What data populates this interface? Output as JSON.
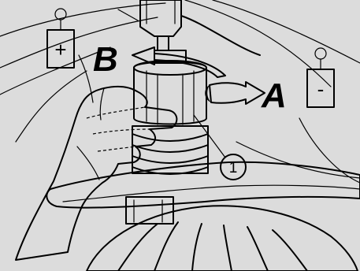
{
  "labels": {
    "plus_sign": "+",
    "minus_sign": "-",
    "direction_b": "B",
    "direction_a": "A",
    "callout_number": "1"
  },
  "colors": {
    "background": "#dcdcdc",
    "line": "#000000",
    "panel": "#ffffff"
  }
}
